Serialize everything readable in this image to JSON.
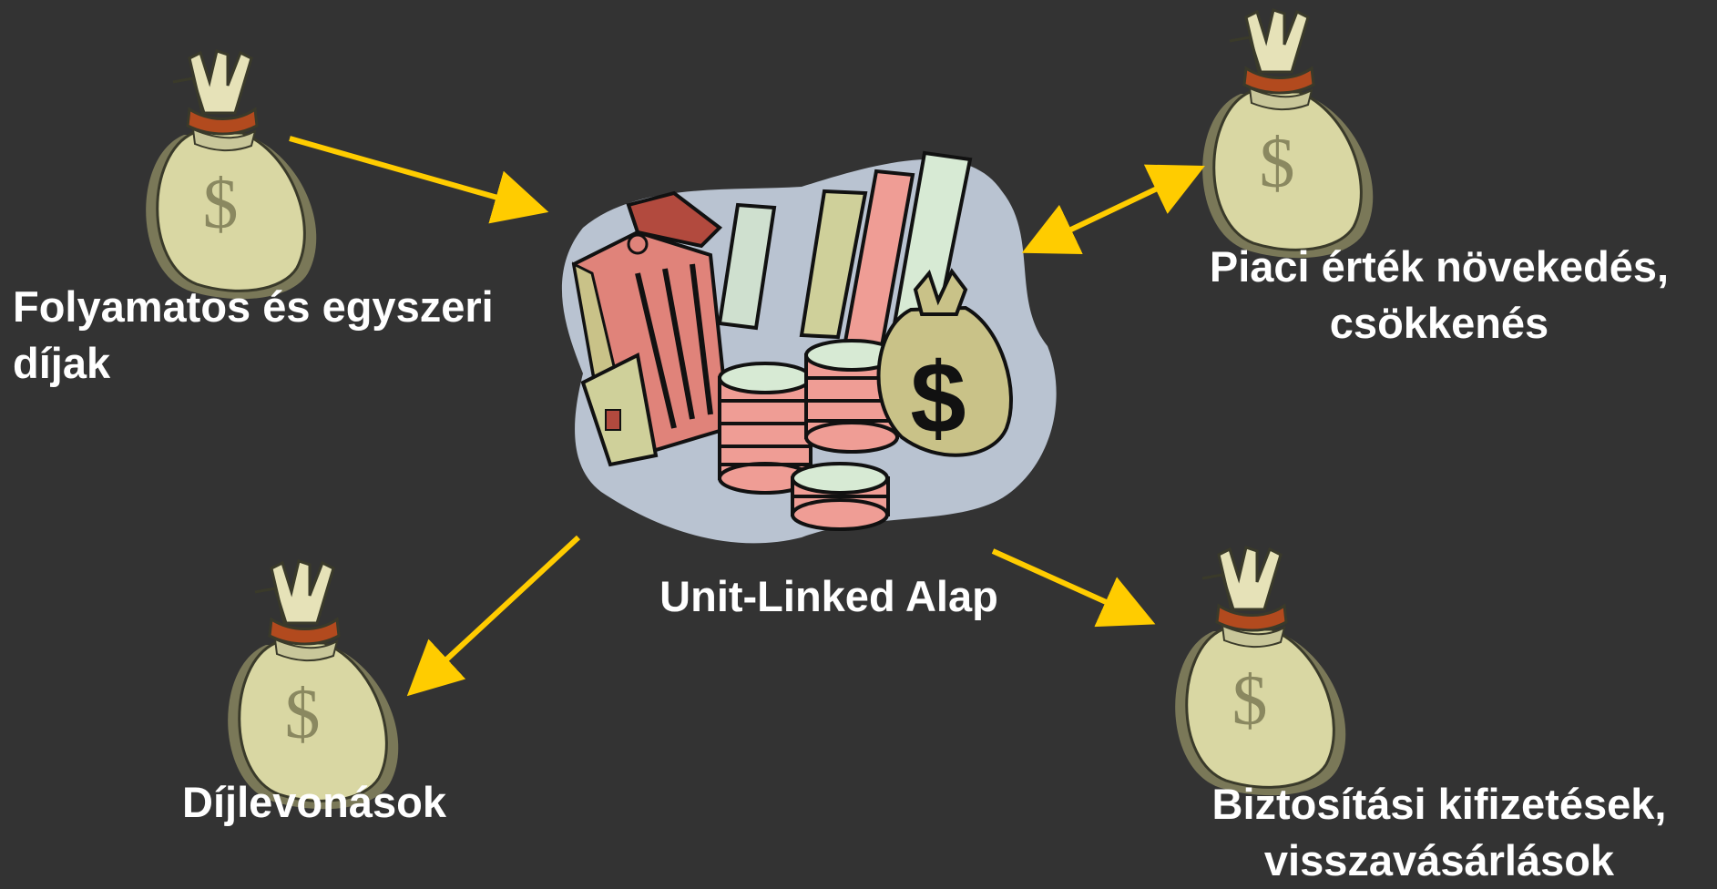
{
  "diagram": {
    "center_label": "Unit-Linked Alap",
    "nodes": {
      "premiums": {
        "lines": [
          "Folyamatos és egyszeri",
          "díjak"
        ]
      },
      "market": {
        "lines": [
          "Piaci érték növekedés,",
          "csökkenés"
        ]
      },
      "deductions": {
        "lines": [
          "Díjlevonások"
        ]
      },
      "payouts": {
        "lines": [
          "Biztosítási kifizetések,",
          "visszavásárlások"
        ]
      }
    },
    "icons": [
      "money-bag-icon",
      "fund-buildings-coins-icon"
    ],
    "colors": {
      "background": "#333333",
      "arrow": "#ffcc00",
      "text": "#ffffff",
      "bag": "#d9d7a3",
      "building": "#e0837a"
    }
  }
}
